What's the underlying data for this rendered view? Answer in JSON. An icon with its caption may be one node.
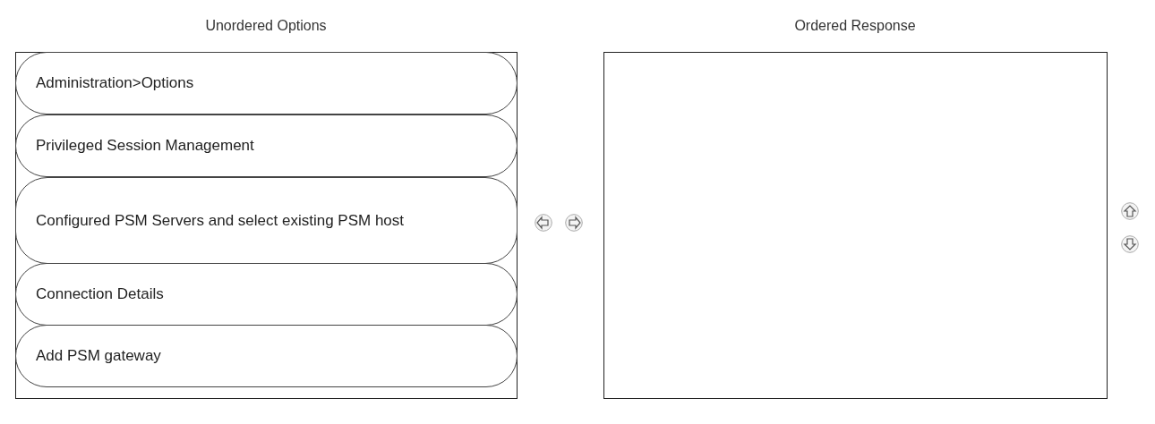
{
  "diagram": {
    "nodes": [
      {
        "text": [
          "Unordered Options"
        ]
      },
      {
        "text": [
          "Administration>Options"
        ],
        "in": 0
      },
      {
        "text": [
          "Privileged Session Management"
        ],
        "in": 0
      },
      {
        "text": [
          "Configured PSM Servers and select existing PSM host"
        ],
        "in": 0
      },
      {
        "text": [
          "Connection Details"
        ],
        "in": 0
      },
      {
        "text": [
          "Add PSM gateway"
        ],
        "in": 0
      },
      {
        "text": [
          "Ordered Response"
        ]
      }
    ]
  }
}
